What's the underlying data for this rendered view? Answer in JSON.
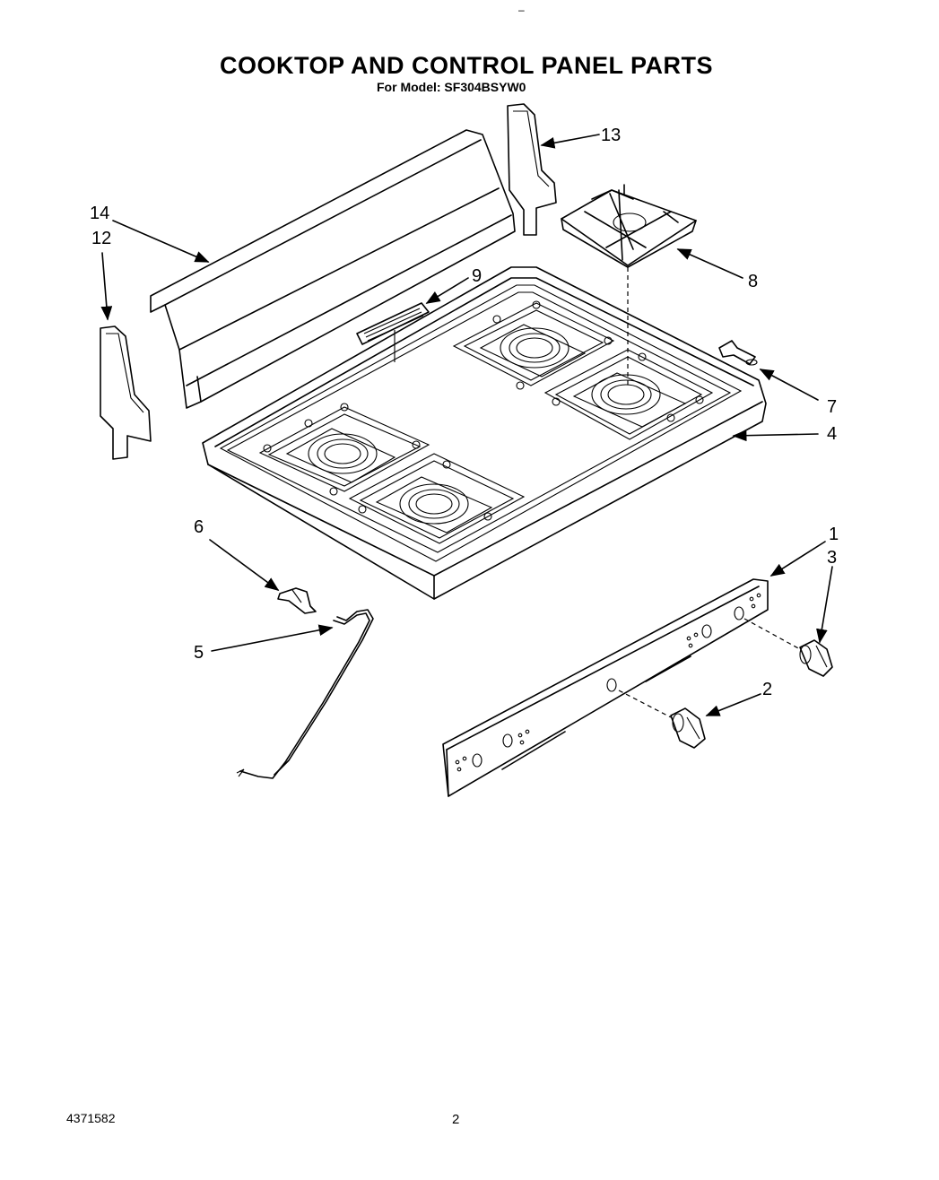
{
  "page": {
    "title": "COOKTOP AND CONTROL PANEL PARTS",
    "subtitle": "For Model: SF304BSYW0",
    "doc_number": "4371582",
    "page_number": "2",
    "top_mark": "–"
  },
  "callouts": {
    "c1": "1",
    "c2": "2",
    "c3": "3",
    "c4": "4",
    "c5": "5",
    "c6": "6",
    "c7": "7",
    "c8": "8",
    "c9": "9",
    "c12": "12",
    "c13": "13",
    "c14": "14"
  }
}
